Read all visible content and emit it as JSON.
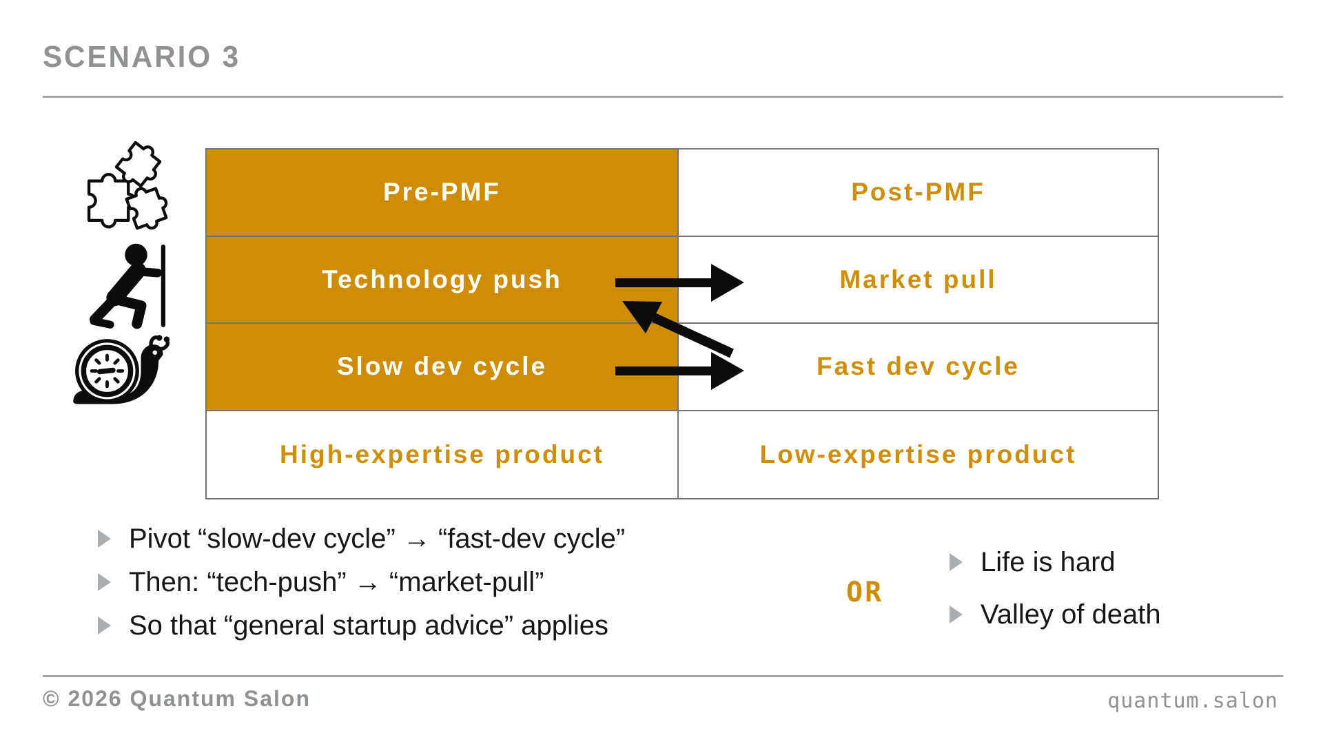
{
  "header": {
    "title": "SCENARIO 3"
  },
  "table": {
    "columns": [
      "Pre-PMF",
      "Post-PMF"
    ],
    "rows": [
      {
        "left": "Pre-PMF",
        "right": "Post-PMF"
      },
      {
        "left": "Technology push",
        "right": "Market pull"
      },
      {
        "left": "Slow dev cycle",
        "right": "Fast dev cycle"
      },
      {
        "left": "High-expertise product",
        "right": "Low-expertise product"
      }
    ]
  },
  "icons": {
    "left_column": [
      "puzzle-pieces-icon",
      "person-pushing-wall-icon",
      "snail-speedometer-icon"
    ],
    "bullet_marker": "triangle-right-icon"
  },
  "arrows": [
    "tech-push-to-market-pull-arrow",
    "market-pull-back-to-tech-push-arrow",
    "slow-dev-to-fast-dev-arrow"
  ],
  "bullets": {
    "left": [
      "Pivot “slow-dev cycle” → “fast-dev cycle”",
      "Then: “tech-push” → “market-pull”",
      "So that “general startup advice” applies"
    ],
    "or_label": "OR",
    "right": [
      "Life is hard",
      "Valley of death"
    ]
  },
  "footer": {
    "copyright": "© 2026 Quantum Salon",
    "site": "quantum.salon"
  },
  "colors": {
    "accent_orange_fill": "#CE8D04",
    "accent_orange_text": "#CF8E0A",
    "table_border_gray": "#6F7478",
    "muted_gray": "#8F9294",
    "bullet_marker_gray": "#A9AEB2",
    "body_text": "#161616",
    "arrow_black": "#0B0B0B",
    "background": "#FFFFFF"
  }
}
